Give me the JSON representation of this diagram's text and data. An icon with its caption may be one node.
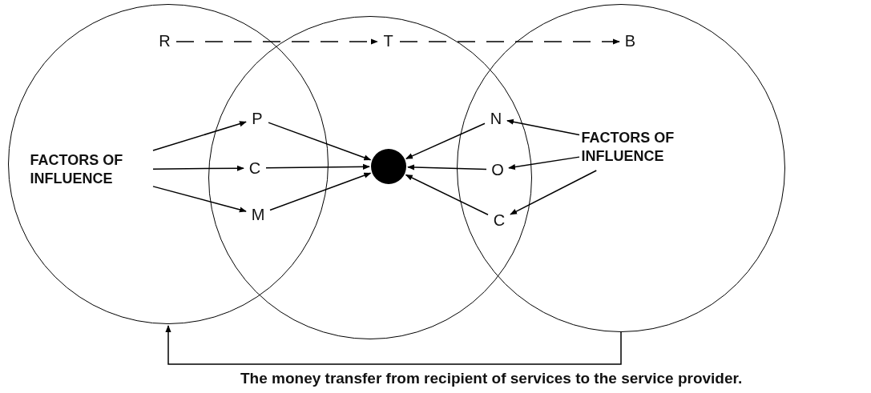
{
  "diagram": {
    "caption": "The money transfer from recipient of services to the service provider.",
    "nodes": [
      {
        "text": [],
        "shape": "circle"
      },
      {
        "text": [],
        "shape": "circle"
      },
      {
        "text": [],
        "shape": "circle"
      },
      {
        "text": [
          "R"
        ],
        "in": 0
      },
      {
        "text": [
          "T"
        ],
        "in": 1
      },
      {
        "text": [
          "B"
        ],
        "in": 2
      },
      {
        "text": [
          "FACTORS OF INFLUENCE"
        ],
        "in": 0
      },
      {
        "text": [
          "P"
        ]
      },
      {
        "text": [
          "C"
        ]
      },
      {
        "text": [
          "M"
        ]
      },
      {
        "text": [],
        "shape": "circle",
        "in": 1
      },
      {
        "text": [
          "N"
        ]
      },
      {
        "text": [
          "O"
        ]
      },
      {
        "text": [
          "C"
        ]
      },
      {
        "text": [
          "FACTORS OF INFLUENCE"
        ],
        "in": 2
      }
    ],
    "edges": [
      {
        "from": 3,
        "to": 4,
        "arrow": "to",
        "style": "dashed"
      },
      {
        "from": 4,
        "to": 5,
        "arrow": "to",
        "style": "dashed"
      },
      {
        "from": 6,
        "to": 7,
        "arrow": "to"
      },
      {
        "from": 6,
        "to": 8,
        "arrow": "to"
      },
      {
        "from": 6,
        "to": 9,
        "arrow": "to"
      },
      {
        "from": 7,
        "to": 10,
        "arrow": "to"
      },
      {
        "from": 8,
        "to": 10,
        "arrow": "to"
      },
      {
        "from": 9,
        "to": 10,
        "arrow": "to"
      },
      {
        "from": 11,
        "to": 10,
        "arrow": "to"
      },
      {
        "from": 12,
        "to": 10,
        "arrow": "to"
      },
      {
        "from": 13,
        "to": 10,
        "arrow": "to"
      },
      {
        "from": 14,
        "to": 11,
        "arrow": "to"
      },
      {
        "from": 14,
        "to": 12,
        "arrow": "to"
      },
      {
        "from": 14,
        "to": 13,
        "arrow": "to"
      },
      {
        "from": 2,
        "to": 0,
        "arrow": "to"
      }
    ]
  }
}
